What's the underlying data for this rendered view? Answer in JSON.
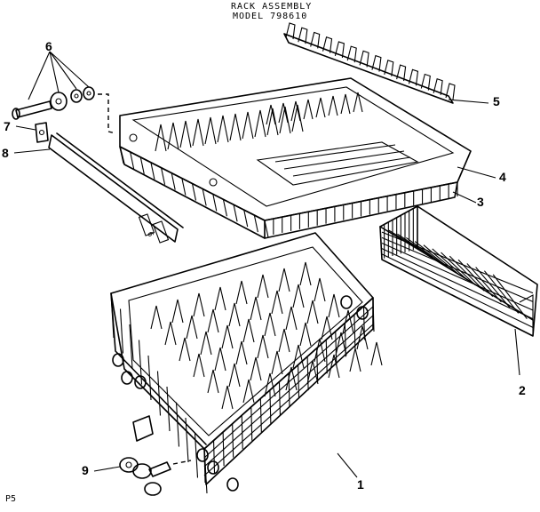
{
  "header": {
    "title": "RACK ASSEMBLY",
    "model": "MODEL 798610"
  },
  "footer": {
    "page_code": "P5"
  },
  "callouts": [
    "1",
    "2",
    "3",
    "4",
    "5",
    "6",
    "7",
    "8",
    "9"
  ],
  "colors": {
    "ink": "#000000",
    "paper": "#ffffff"
  }
}
